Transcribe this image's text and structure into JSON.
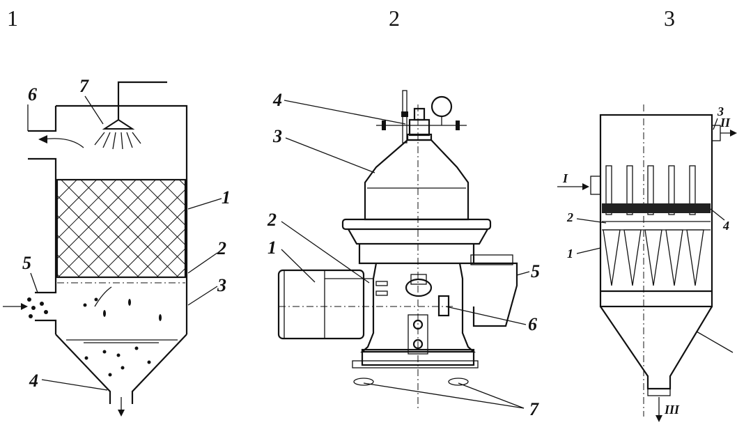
{
  "panels": [
    {
      "number": "1",
      "labels": [
        "7",
        "6",
        "1",
        "2",
        "3",
        "5",
        "4"
      ]
    },
    {
      "number": "2",
      "labels": [
        "4",
        "3",
        "2",
        "1",
        "5",
        "6",
        "7"
      ]
    },
    {
      "number": "3",
      "labels": [
        "3",
        "II",
        "I",
        "2",
        "4",
        "1",
        "III"
      ]
    }
  ]
}
